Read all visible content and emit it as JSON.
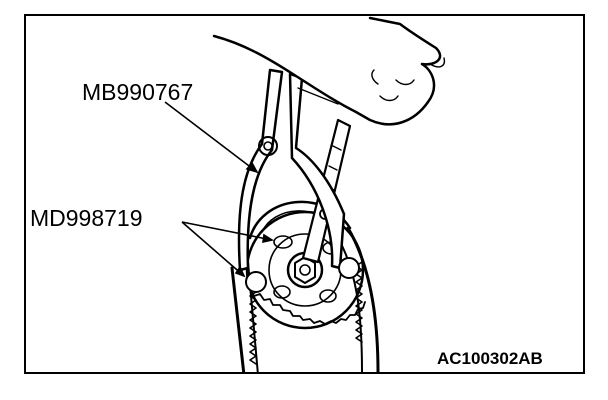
{
  "figure": {
    "callouts": {
      "tool_1": "MB990767",
      "tool_2": "MD998719"
    },
    "reference_code": "AC100302AB"
  }
}
